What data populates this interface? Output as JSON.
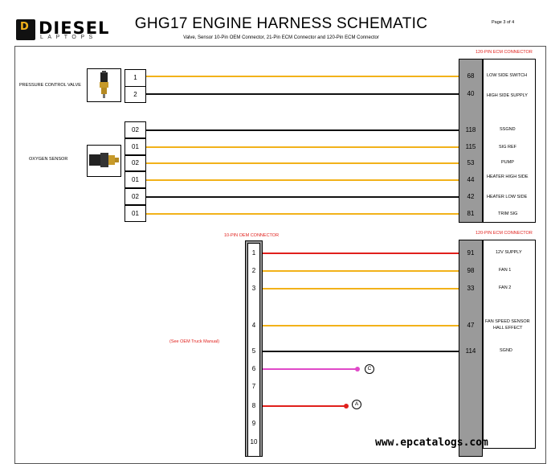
{
  "header": {
    "logo_letter": "D",
    "logo_word": "DIESEL",
    "logo_sub": "LAPTOPS",
    "title": "GHG17 ENGINE HARNESS SCHEMATIC",
    "subtitle": "Valve, Sensor 10-Pin OEM Connector, 21-Pin ECM Connector and 120-Pin ECM Connector",
    "page": "Page 3 of 4"
  },
  "colors": {
    "yellow_wire": "#f2b21a",
    "black_wire": "#111111",
    "red_wire": "#e0201c",
    "pink_wire": "#e049c8",
    "connector_grey": "#9a9a9a",
    "label_red": "#e0201c"
  },
  "top_connector_title": "120-PIN ECM CONNECTOR",
  "pcv": {
    "label": "PRESSURE CONTROL VALVE",
    "icon": "pressure-control-valve-icon",
    "wires": [
      {
        "pin": "1",
        "ecm_pin": "68",
        "signal": "LOW SIDE SWITCH",
        "color": "yellow"
      },
      {
        "pin": "2",
        "ecm_pin": "40",
        "signal": "HIGH SIDE SUPPLY",
        "color": "black"
      }
    ]
  },
  "oxygen": {
    "label": "OXYGEN SENSOR",
    "icon": "oxygen-sensor-icon",
    "wires": [
      {
        "pin": "02",
        "ecm_pin": "118",
        "signal": "SSGND",
        "color": "black"
      },
      {
        "pin": "01",
        "ecm_pin": "115",
        "signal": "SIG REF",
        "color": "yellow"
      },
      {
        "pin": "02",
        "ecm_pin": "53",
        "signal": "PUMP",
        "color": "yellow"
      },
      {
        "pin": "01",
        "ecm_pin": "44",
        "signal": "HEATER HIGH SIDE",
        "color": "yellow"
      },
      {
        "pin": "02",
        "ecm_pin": "42",
        "signal": "HEATER LOW SIDE",
        "color": "black"
      },
      {
        "pin": "01",
        "ecm_pin": "81",
        "signal": "TRIM SIG",
        "color": "yellow"
      }
    ]
  },
  "oem": {
    "title": "10-PIN OEM CONNECTOR",
    "ecm_title": "120-PIN ECM CONNECTOR",
    "note": "(See OEM Truck Manual)",
    "pins": [
      "1",
      "2",
      "3",
      "4",
      "5",
      "6",
      "7",
      "8",
      "9",
      "10"
    ],
    "wires": [
      {
        "pin": "1",
        "ecm_pin": "91",
        "signal": "12V SUPPLY",
        "color": "red"
      },
      {
        "pin": "2",
        "ecm_pin": "98",
        "signal": "FAN 1",
        "color": "yellow"
      },
      {
        "pin": "3",
        "ecm_pin": "33",
        "signal": "FAN 2",
        "color": "yellow"
      },
      {
        "pin": "4",
        "ecm_pin": "47",
        "signal": "FAN SPEED SENSOR",
        "signal2": "HALL EFFECT",
        "color": "yellow"
      },
      {
        "pin": "5",
        "ecm_pin": "114",
        "signal": "SGND",
        "color": "black"
      }
    ],
    "splices": [
      {
        "pin": "6",
        "ref": "C",
        "color": "pink"
      },
      {
        "pin": "8",
        "ref": "A",
        "color": "red"
      }
    ]
  },
  "footer_url": "www.epcatalogs.com"
}
